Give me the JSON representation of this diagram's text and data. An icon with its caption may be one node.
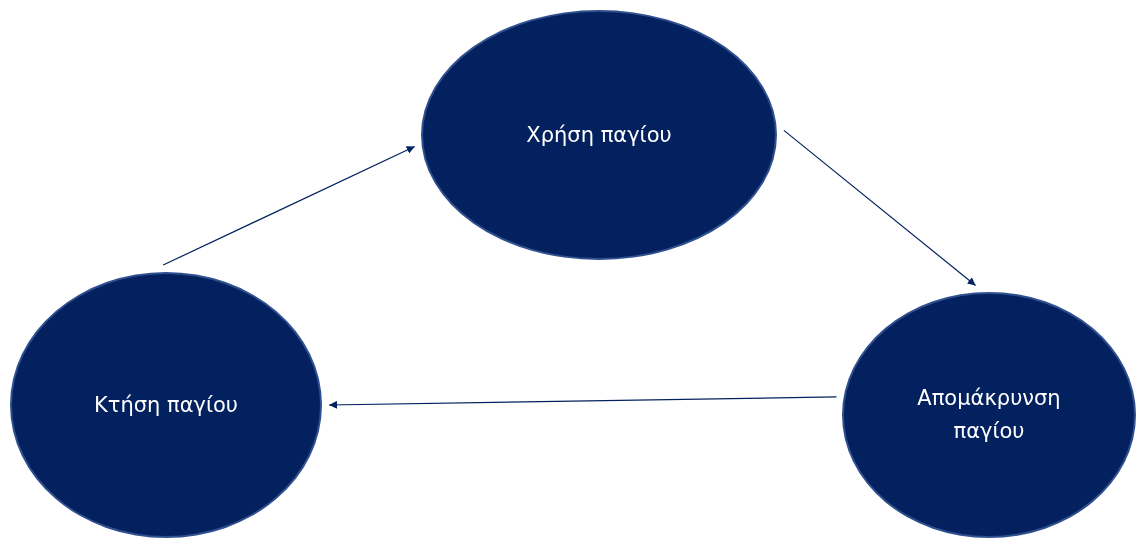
{
  "diagram": {
    "nodes": [
      {
        "text": [
          "Χρήση παγίου"
        ]
      },
      {
        "text": [
          "Απομάκρυνση παγίου"
        ]
      },
      {
        "text": [
          "Κτήση παγίου"
        ]
      }
    ],
    "edges": [
      {
        "from": 2,
        "to": 0,
        "arrow": "to"
      },
      {
        "from": 0,
        "to": 1,
        "arrow": "to"
      },
      {
        "from": 1,
        "to": 2,
        "arrow": "to"
      }
    ]
  }
}
